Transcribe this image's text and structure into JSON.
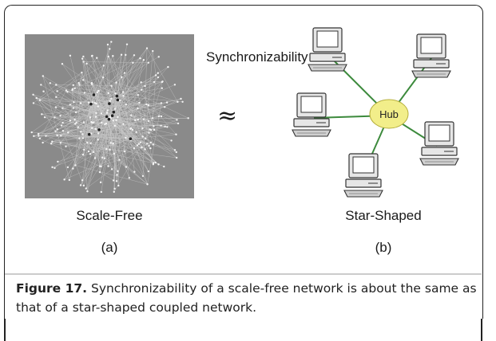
{
  "diagram": {
    "left_panel": {
      "label": "Scale-Free",
      "sublabel": "(a)"
    },
    "middle": {
      "title": "Synchronizability",
      "relation_symbol": "≈"
    },
    "right_panel": {
      "label": "Star-Shaped",
      "sublabel": "(b)",
      "hub_label": "Hub"
    }
  },
  "caption": {
    "figure_label": "Figure 17.",
    "text": " Synchronizability of a scale-free network is about the same as that of a star-shaped coupled network."
  },
  "colors": {
    "network_background": "#8a8a8a",
    "hub_fill": "#f2ee8a",
    "link_color": "#3c8a3c"
  }
}
